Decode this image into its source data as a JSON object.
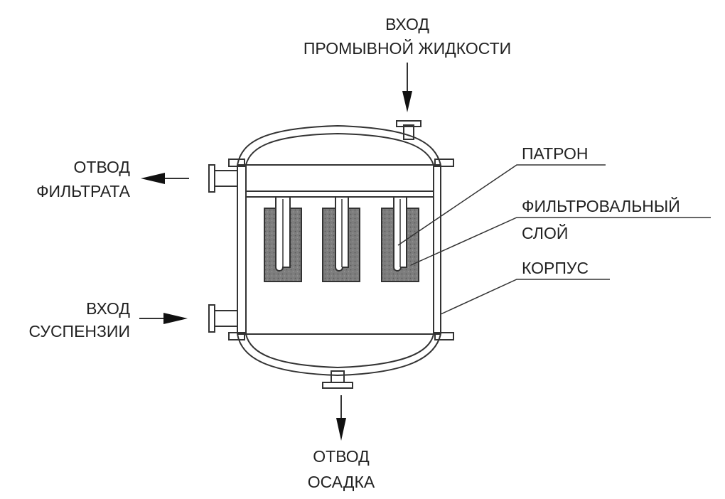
{
  "labels": {
    "wash_inlet": [
      "ВХОД",
      "ПРОМЫВНОЙ ЖИДКОСТИ"
    ],
    "filtrate_outlet": [
      "ОТВОД",
      "ФИЛЬТРАТА"
    ],
    "suspension_inlet": [
      "ВХОД",
      "СУСПЕНЗИИ"
    ],
    "sediment_outlet": [
      "ОТВОД",
      "ОСАДКА"
    ],
    "cartridge": "ПАТРОН",
    "filter_layer": [
      "ФИЛЬТРОВАЛЬНЫЙ",
      "СЛОЙ"
    ],
    "housing": "КОРПУС"
  },
  "colors": {
    "line": "#333333",
    "filter_fill": "#7a7a7a",
    "background": "#ffffff"
  }
}
